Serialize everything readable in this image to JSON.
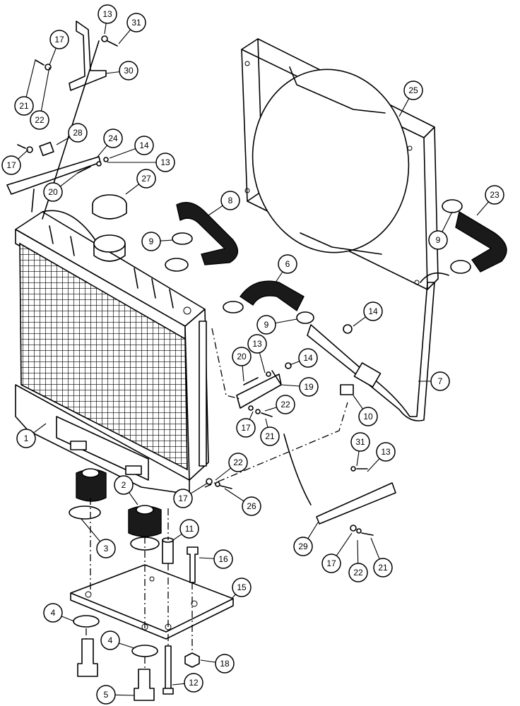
{
  "callouts": [
    {
      "label": "13"
    },
    {
      "label": "31"
    },
    {
      "label": "17"
    },
    {
      "label": "30"
    },
    {
      "label": "21"
    },
    {
      "label": "22"
    },
    {
      "label": "28"
    },
    {
      "label": "24"
    },
    {
      "label": "14"
    },
    {
      "label": "13"
    },
    {
      "label": "17"
    },
    {
      "label": "20"
    },
    {
      "label": "27"
    },
    {
      "label": "8"
    },
    {
      "label": "25"
    },
    {
      "label": "23"
    },
    {
      "label": "9"
    },
    {
      "label": "9"
    },
    {
      "label": "6"
    },
    {
      "label": "9"
    },
    {
      "label": "14"
    },
    {
      "label": "20"
    },
    {
      "label": "13"
    },
    {
      "label": "14"
    },
    {
      "label": "19"
    },
    {
      "label": "7"
    },
    {
      "label": "22"
    },
    {
      "label": "10"
    },
    {
      "label": "17"
    },
    {
      "label": "21"
    },
    {
      "label": "1"
    },
    {
      "label": "31"
    },
    {
      "label": "13"
    },
    {
      "label": "22"
    },
    {
      "label": "2"
    },
    {
      "label": "17"
    },
    {
      "label": "26"
    },
    {
      "label": "11"
    },
    {
      "label": "3"
    },
    {
      "label": "16"
    },
    {
      "label": "29"
    },
    {
      "label": "17"
    },
    {
      "label": "22"
    },
    {
      "label": "21"
    },
    {
      "label": "15"
    },
    {
      "label": "4"
    },
    {
      "label": "4"
    },
    {
      "label": "18"
    },
    {
      "label": "5"
    },
    {
      "label": "12"
    }
  ]
}
